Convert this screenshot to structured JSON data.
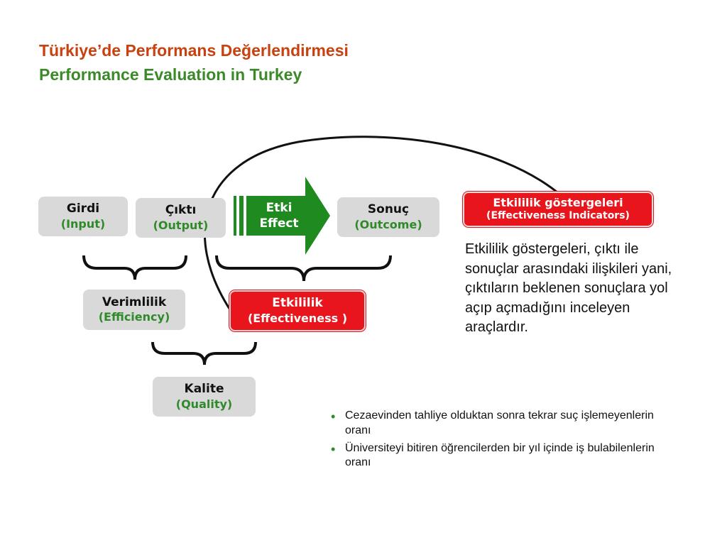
{
  "title": {
    "line1": "Türkiye’de Performans Değerlendirmesi",
    "line2": "Performance Evaluation in Turkey"
  },
  "boxes": {
    "girdi": {
      "main": "Girdi",
      "sub": "(Input)"
    },
    "cikti": {
      "main": "Çıktı",
      "sub": "(Output)"
    },
    "etki": {
      "main": "Etki",
      "sub": "Effect"
    },
    "sonuc": {
      "main": "Sonuç",
      "sub": "(Outcome)"
    },
    "verimlilik": {
      "main": "Verimlilik",
      "sub": "(Efficiency)"
    },
    "etkililik": {
      "main": "Etkililik",
      "sub": "(Effectiveness )"
    },
    "kalite": {
      "main": "Kalite",
      "sub": "(Quality)"
    },
    "gostergeler": {
      "main": "Etkililik göstergeleri",
      "sub": "(Effectiveness Indicators)"
    }
  },
  "description": "Etkililik göstergeleri, çıktı ile sonuçlar arasındaki ilişkileri yani, çıktıların beklenen sonuçlara yol açıp açmadığını inceleyen araçlardır.",
  "bullets": [
    "Cezaevinden tahliye olduktan sonra tekrar suç işlemeyenlerin oranı",
    "Üniversiteyi bitiren öğrencilerden bir yıl içinde iş bulabilenlerin oranı"
  ],
  "colors": {
    "title_red": "#c8410f",
    "title_green": "#3b8a2a",
    "box_grey": "#d9d9d9",
    "highlight_red": "#e8161c",
    "arrow_green": "#1f8a1f"
  }
}
